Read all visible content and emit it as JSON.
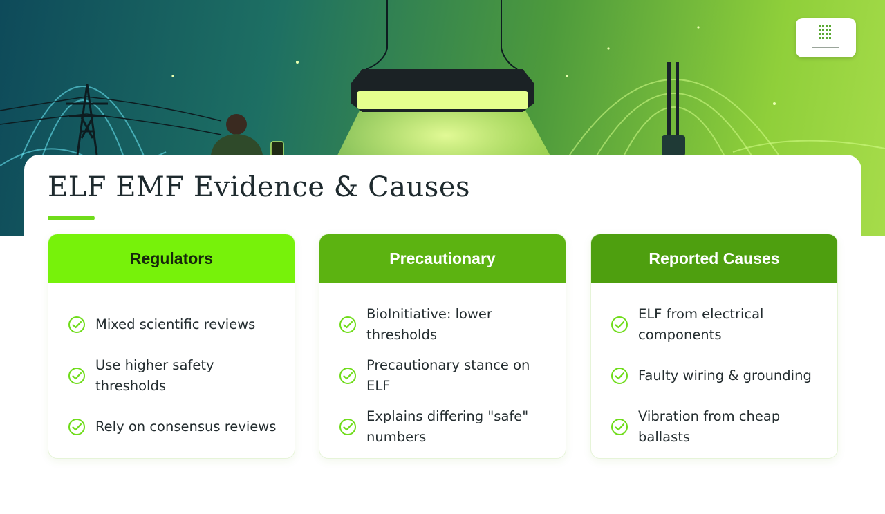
{
  "slide": {
    "title": "ELF EMF Evidence & Causes",
    "accent_color": "#6fdc1a"
  },
  "columns": [
    {
      "heading": "Regulators",
      "header_color": "#77f20a",
      "header_text_color": "#16260c",
      "items": [
        "Mixed scientific reviews",
        "Use higher safety thresholds",
        "Rely on consensus reviews"
      ]
    },
    {
      "heading": "Precautionary",
      "header_color": "#5cb311",
      "header_text_color": "#ffffff",
      "items": [
        "BioInitiative: lower thresholds",
        "Precautionary stance on ELF",
        "Explains differing \"safe\" numbers"
      ]
    },
    {
      "heading": "Reported Causes",
      "header_color": "#4e9f0f",
      "header_text_color": "#ffffff",
      "items": [
        "ELF from electrical components",
        "Faulty wiring & grounding",
        "Vibration from cheap ballasts"
      ]
    }
  ],
  "icons": {
    "item_marker": "circle-check-icon",
    "item_marker_color": "#6fdc1a"
  }
}
